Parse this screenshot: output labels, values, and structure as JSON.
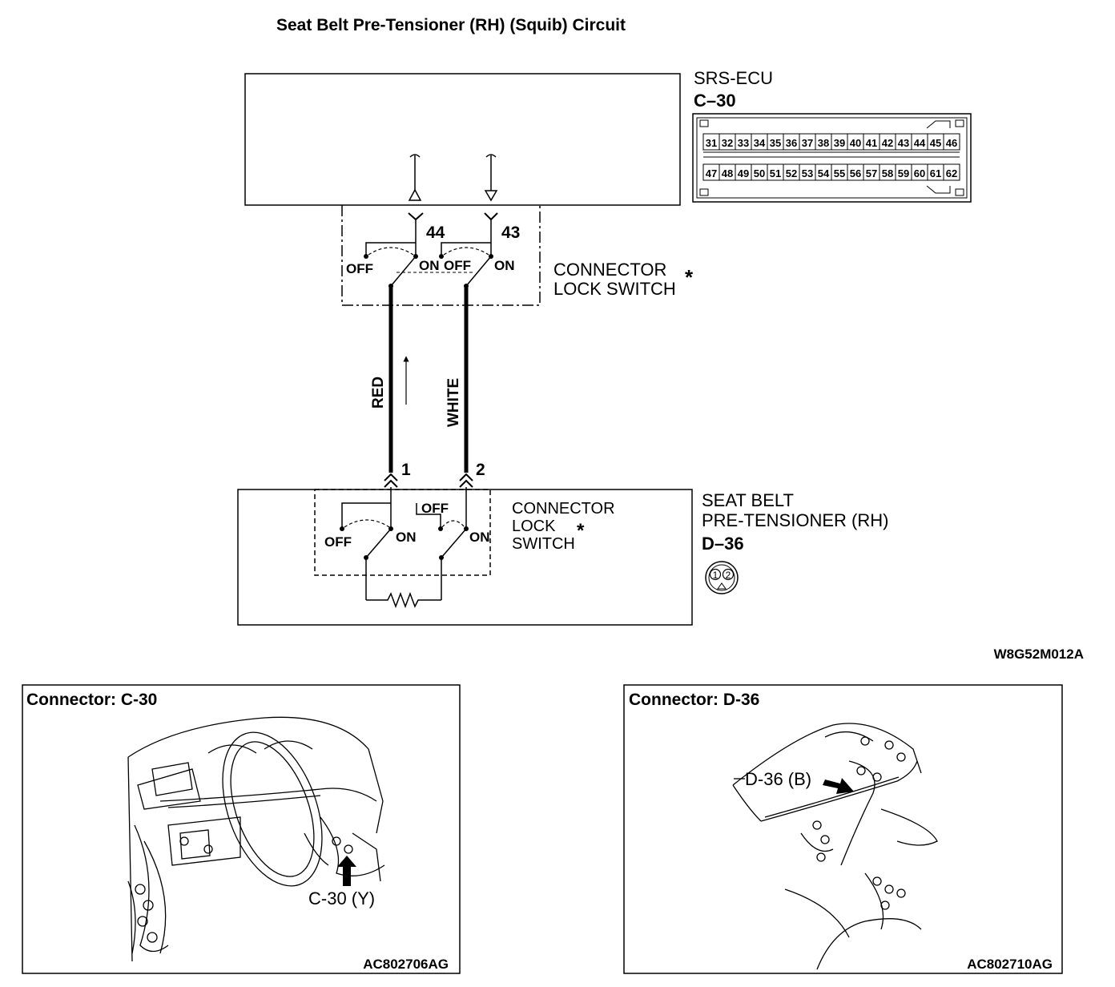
{
  "title": "Seat Belt Pre-Tensioner (RH) (Squib) Circuit",
  "ecu": {
    "name": "SRS-ECU",
    "connector_id": "C–30",
    "row1": [
      "31",
      "32",
      "33",
      "34",
      "35",
      "36",
      "37",
      "38",
      "39",
      "40",
      "41",
      "42",
      "43",
      "44",
      "45",
      "46"
    ],
    "row2": [
      "47",
      "48",
      "49",
      "50",
      "51",
      "52",
      "53",
      "54",
      "55",
      "56",
      "57",
      "58",
      "59",
      "60",
      "61",
      "62"
    ]
  },
  "ecu_pins": {
    "left": "44",
    "right": "43"
  },
  "switch_labels": {
    "off": "OFF",
    "on": "ON"
  },
  "ecu_switch_label": {
    "line1": "CONNECTOR",
    "line2": "LOCK SWITCH",
    "asterisk": "*"
  },
  "wires": {
    "left_color": "RED",
    "right_color": "WHITE"
  },
  "pt_pins": {
    "left": "1",
    "right": "2"
  },
  "pt_switch_label": {
    "line1": "CONNECTOR",
    "line2": "LOCK",
    "line3": "SWITCH",
    "asterisk": "*"
  },
  "pretensioner": {
    "line1": "SEAT BELT",
    "line2": "PRE-TENSIONER (RH)",
    "connector_id": "D–36",
    "pin1": "1",
    "pin2": "2"
  },
  "figure_code": "W8G52M012A",
  "panel_left": {
    "title": "Connector: C-30",
    "callout": "C-30 (Y)",
    "code": "AC802706AG"
  },
  "panel_right": {
    "title": "Connector: D-36",
    "callout": "D-36 (B)",
    "code": "AC802710AG"
  }
}
